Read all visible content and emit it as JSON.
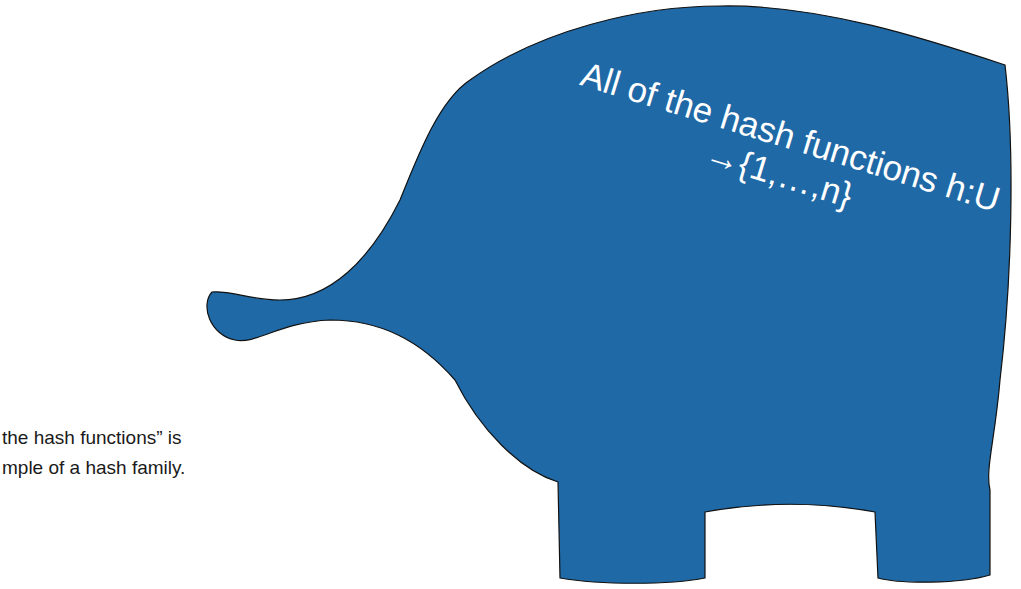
{
  "diagram": {
    "nodes": [
      {
        "text": [
          "All of the hash functions h:U →{1,…,n}"
        ]
      }
    ],
    "labels": [
      "the hash functions” is",
      "mple of a hash family."
    ]
  }
}
